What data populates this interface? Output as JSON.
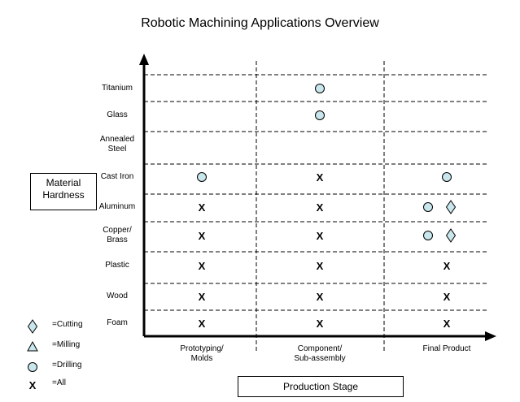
{
  "title": "Robotic Machining Applications Overview",
  "y_axis_box": "Material\nHardness",
  "x_axis_box": "Production Stage",
  "materials": [
    "Titanium",
    "Glass",
    "Annealed\nSteel",
    "Cast Iron",
    "Aluminum",
    "Copper/\nBrass",
    "Plastic",
    "Wood",
    "Foam"
  ],
  "stages": [
    "Prototyping/\nMolds",
    "Component/\nSub-assembly",
    "Final Product"
  ],
  "legend": [
    {
      "symbol": "diamond",
      "label": "=Cutting"
    },
    {
      "symbol": "triangle",
      "label": "=Milling"
    },
    {
      "symbol": "circle",
      "label": "=Drilling"
    },
    {
      "symbol": "x",
      "label": "=All"
    }
  ],
  "x_mark": "X",
  "colors": {
    "marker_fill": "#c8e6ec",
    "marker_stroke": "#000000"
  },
  "chart_data": {
    "type": "matrix",
    "title": "Robotic Machining Applications Overview",
    "xlabel": "Production Stage",
    "ylabel": "Material\nHardness",
    "cells": [
      {
        "material": "Titanium",
        "stage": "Component/\nSub-assembly",
        "symbols": [
          "circle"
        ]
      },
      {
        "material": "Glass",
        "stage": "Component/\nSub-assembly",
        "symbols": [
          "circle"
        ]
      },
      {
        "material": "Cast Iron",
        "stage": "Prototyping/\nMolds",
        "symbols": [
          "circle"
        ]
      },
      {
        "material": "Cast Iron",
        "stage": "Component/\nSub-assembly",
        "symbols": [
          "x"
        ]
      },
      {
        "material": "Cast Iron",
        "stage": "Final Product",
        "symbols": [
          "circle"
        ]
      },
      {
        "material": "Aluminum",
        "stage": "Prototyping/\nMolds",
        "symbols": [
          "x"
        ]
      },
      {
        "material": "Aluminum",
        "stage": "Component/\nSub-assembly",
        "symbols": [
          "x"
        ]
      },
      {
        "material": "Aluminum",
        "stage": "Final Product",
        "symbols": [
          "circle",
          "diamond"
        ]
      },
      {
        "material": "Copper/\nBrass",
        "stage": "Prototyping/\nMolds",
        "symbols": [
          "x"
        ]
      },
      {
        "material": "Copper/\nBrass",
        "stage": "Component/\nSub-assembly",
        "symbols": [
          "x"
        ]
      },
      {
        "material": "Copper/\nBrass",
        "stage": "Final Product",
        "symbols": [
          "circle",
          "diamond"
        ]
      },
      {
        "material": "Plastic",
        "stage": "Prototyping/\nMolds",
        "symbols": [
          "x"
        ]
      },
      {
        "material": "Plastic",
        "stage": "Component/\nSub-assembly",
        "symbols": [
          "x"
        ]
      },
      {
        "material": "Plastic",
        "stage": "Final Product",
        "symbols": [
          "x"
        ]
      },
      {
        "material": "Wood",
        "stage": "Prototyping/\nMolds",
        "symbols": [
          "x"
        ]
      },
      {
        "material": "Wood",
        "stage": "Component/\nSub-assembly",
        "symbols": [
          "x"
        ]
      },
      {
        "material": "Wood",
        "stage": "Final Product",
        "symbols": [
          "x"
        ]
      },
      {
        "material": "Foam",
        "stage": "Prototyping/\nMolds",
        "symbols": [
          "x"
        ]
      },
      {
        "material": "Foam",
        "stage": "Component/\nSub-assembly",
        "symbols": [
          "x"
        ]
      },
      {
        "material": "Foam",
        "stage": "Final Product",
        "symbols": [
          "x"
        ]
      }
    ]
  }
}
